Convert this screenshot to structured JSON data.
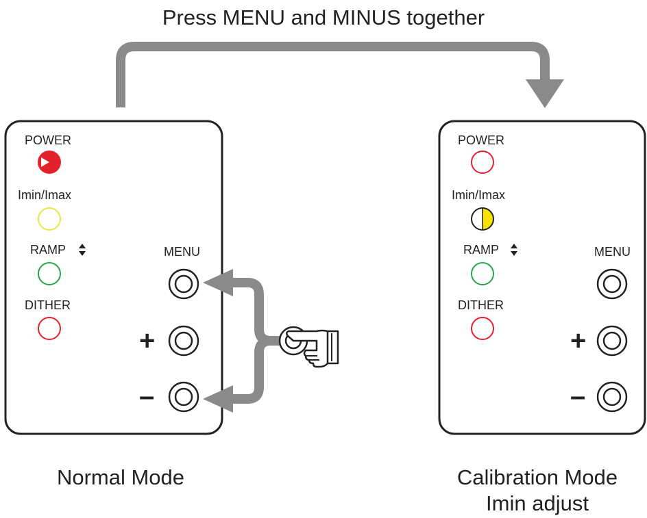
{
  "title": "Press MENU and MINUS together",
  "panels": [
    {
      "caption": "Normal Mode",
      "caption2": "",
      "leds": [
        {
          "label": "POWER",
          "color": "#e3212b",
          "state": "on"
        },
        {
          "label": "Imin/Imax",
          "color": "#f0e442",
          "state": "off"
        },
        {
          "label": "RAMP",
          "color": "#2aa34a",
          "state": "off"
        },
        {
          "label": "DITHER",
          "color": "#e3212b",
          "state": "off"
        }
      ],
      "buttons": {
        "menu": "MENU",
        "plus": "+",
        "minus": "–"
      }
    },
    {
      "caption": "Calibration Mode",
      "caption2": "Imin adjust",
      "leds": [
        {
          "label": "POWER",
          "color": "#e3212b",
          "state": "off"
        },
        {
          "label": "Imin/Imax",
          "color": "#f0e442",
          "state": "half"
        },
        {
          "label": "RAMP",
          "color": "#2aa34a",
          "state": "off"
        },
        {
          "label": "DITHER",
          "color": "#e3212b",
          "state": "off"
        }
      ],
      "buttons": {
        "menu": "MENU",
        "plus": "+",
        "minus": "–"
      }
    }
  ],
  "colors": {
    "arrow": "#8a8a8a",
    "outline": "#222222"
  }
}
